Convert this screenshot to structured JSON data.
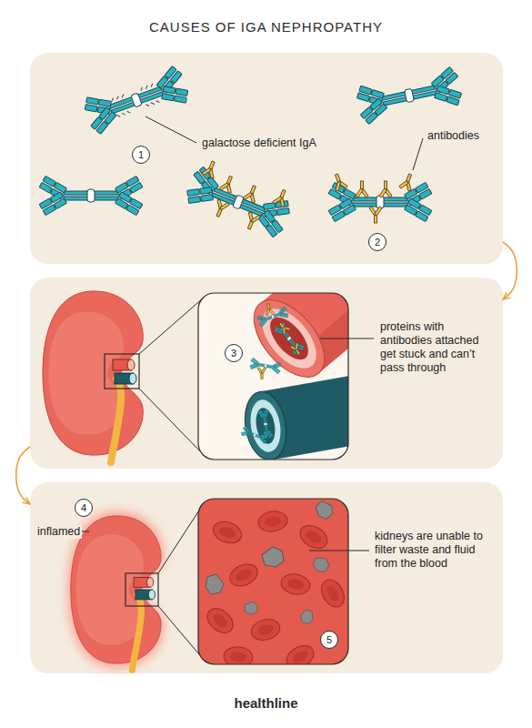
{
  "diagram": {
    "title": "CAUSES OF IGA NEPHROPATHY",
    "nodes": [
      {
        "text": [
          "galactose deficient IgA",
          "antibodies"
        ]
      },
      {
        "text": [
          "1"
        ],
        "in": 0
      },
      {
        "text": [
          "2"
        ],
        "in": 0
      },
      {
        "text": [
          "proteins with antibodies attached get stuck and can’t pass through"
        ]
      },
      {
        "text": [
          "3"
        ],
        "in": 3
      },
      {
        "text": [
          "inflamed",
          "kidneys are unable to filter waste and fluid from the blood"
        ]
      },
      {
        "text": [
          "4"
        ],
        "in": 5
      },
      {
        "text": [
          "5"
        ],
        "in": 5
      }
    ],
    "edges": [
      {
        "from": 0,
        "to": 3,
        "arrow": "to"
      },
      {
        "from": 3,
        "to": 5,
        "arrow": "to"
      }
    ],
    "labels": [
      "healthline"
    ]
  }
}
